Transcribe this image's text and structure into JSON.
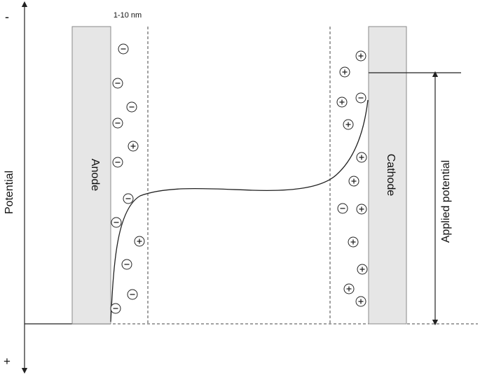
{
  "labels": {
    "minus_top": "-",
    "plus_bottom": "+",
    "potential_axis": "Potential",
    "gap_width": "1-10 nm",
    "anode": "Anode",
    "cathode": "Cathode",
    "applied_potential": "Applied potential"
  },
  "colors": {
    "electrode_fill": "#e6e6e6",
    "electrode_stroke": "#8a8a8a",
    "line": "#222222"
  },
  "ions": {
    "anode_side": [
      "minus",
      "minus",
      "minus",
      "minus",
      "plus",
      "minus",
      "minus",
      "minus",
      "plus",
      "minus",
      "minus",
      "minus"
    ],
    "cathode_side": [
      "plus",
      "plus",
      "minus",
      "plus",
      "plus",
      "plus",
      "plus",
      "minus",
      "plus",
      "plus",
      "plus",
      "plus",
      "plus"
    ]
  }
}
